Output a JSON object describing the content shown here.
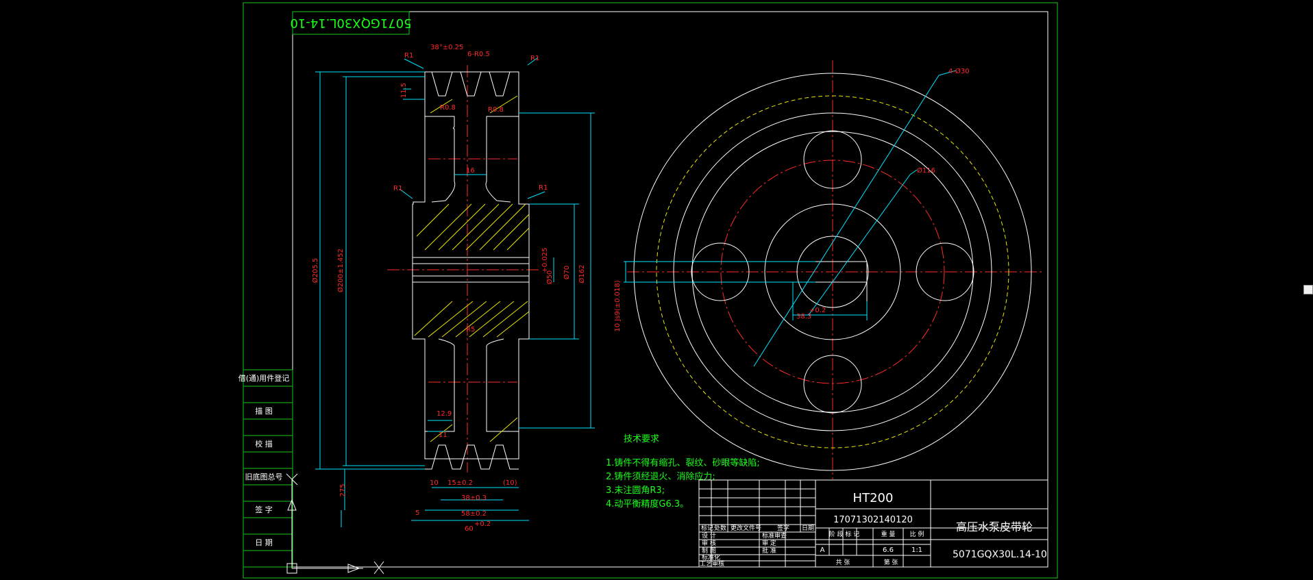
{
  "drawing": {
    "drawing_number_rotated": "5071GQX30L.14-10",
    "title": "高压水泵皮带轮",
    "code": "5071GQX30L.14-10",
    "material": "HT200",
    "part_number": "17071302140120",
    "scale": "1:1",
    "weight": "6.6",
    "stage_mark": "A"
  },
  "left_strip_labels": [
    "借(通)用件登记",
    "描 图",
    "校 描",
    "旧底图总号",
    "签 字",
    "日 期"
  ],
  "title_block_headers": {
    "row_labels": [
      "标记",
      "处数",
      "更改文件号",
      "签字",
      "日期"
    ],
    "sign_rows": [
      "设 计",
      "审 核",
      "制 图",
      "标准化",
      "工艺审核"
    ],
    "sign_rows_right": [
      "标准审查",
      "审 定",
      "批 准"
    ],
    "meta_headers": [
      "阶 段 标 记",
      "重 量",
      "比 例"
    ],
    "footer": [
      "共 张",
      "第 张"
    ]
  },
  "tech_requirements": {
    "heading": "技术要求",
    "items": [
      "1.铸件不得有缩孔、裂纹、砂眼等缺陷;",
      "2.铸件须经退火、消除应力;",
      "3.未注圆角R3;",
      "4.动平衡精度G6.3。"
    ]
  },
  "dimensions": {
    "groove_angle": "38°±0.25",
    "groove_r": "6-R0.5",
    "r1_a": "R1",
    "r1_b": "R1",
    "r1_c": "R1",
    "r1_d": "R1",
    "r08_a": "R0.8",
    "r08_b": "R0.8",
    "r5": "R5",
    "web": "16",
    "od": "Ø205.5",
    "pd": "Ø200±1.452",
    "hub_od": "Ø162",
    "bore": "Ø50",
    "bore_tol": "+0.025",
    "d70": "Ø70",
    "depth": "11.5",
    "h_small": "11",
    "g129": "12.9",
    "d10": "10",
    "d15": "15±0.2",
    "d10b": "(10)",
    "d38": "38±0.3",
    "d58": "58±0.2",
    "d60": "60",
    "d60tol": "+0.2",
    "d5": "5",
    "d275": "275",
    "holes": "4-Ø30",
    "pcd": "Ø116",
    "key": "38.3",
    "key_tol": "+0.2",
    "keyw": "10 Js9(±0.018)"
  }
}
